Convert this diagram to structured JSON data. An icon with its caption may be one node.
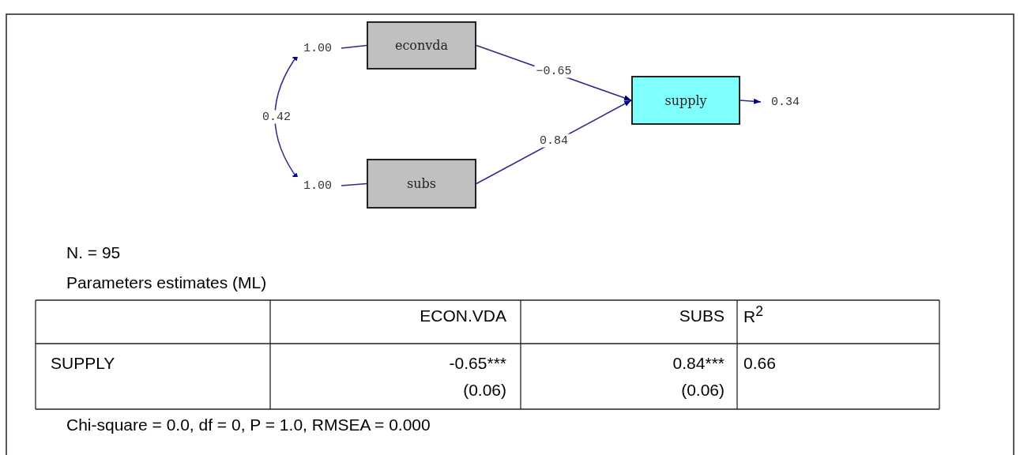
{
  "diagram": {
    "nodes": [
      {
        "text": [
          "1.00"
        ]
      },
      {
        "text": [
          "econvda"
        ]
      },
      {
        "text": [
          "1.00"
        ]
      },
      {
        "text": [
          "subs"
        ]
      },
      {
        "text": [
          "supply"
        ]
      },
      {
        "text": [
          "0.34"
        ]
      }
    ],
    "edges": [
      {
        "from": 0,
        "to": 1,
        "arrow": "none"
      },
      {
        "from": 2,
        "to": 3,
        "arrow": "none"
      },
      {
        "from": 0,
        "to": 2,
        "arrow": "both",
        "label": "0.42"
      },
      {
        "from": 1,
        "to": 4,
        "arrow": "to",
        "label": "−0.65"
      },
      {
        "from": 3,
        "to": 4,
        "arrow": "to",
        "label": "0.84"
      },
      {
        "from": 4,
        "to": 5,
        "arrow": "to"
      }
    ],
    "labels": [
      "N. = 95",
      "Parameters estimates (ML)",
      "ECON.VDA",
      "SUBS",
      "R$^{2}$",
      "SUPPLY",
      "-0.65***",
      "(0.06)",
      "0.84***",
      "(0.06)",
      "0.66",
      "Chi-square = 0.0, df = 0, P = 1.0, RMSEA = 0.000"
    ]
  }
}
